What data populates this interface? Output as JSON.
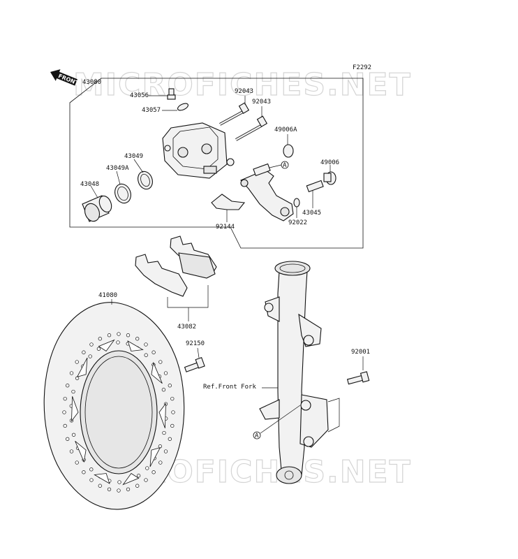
{
  "diagram": {
    "code": "F2292",
    "watermark": "MICROFICHES.NET",
    "front_label": "FRONT",
    "ref_label": "Ref.Front Fork",
    "callout": "A"
  },
  "parts": [
    {
      "id": "43080"
    },
    {
      "id": "43056"
    },
    {
      "id": "43057"
    },
    {
      "id": "92043"
    },
    {
      "id": "92043"
    },
    {
      "id": "49006A"
    },
    {
      "id": "43049"
    },
    {
      "id": "43049A"
    },
    {
      "id": "43048"
    },
    {
      "id": "49006"
    },
    {
      "id": "43045"
    },
    {
      "id": "92022"
    },
    {
      "id": "92144"
    },
    {
      "id": "41080"
    },
    {
      "id": "43082"
    },
    {
      "id": "92150"
    },
    {
      "id": "92001"
    }
  ]
}
